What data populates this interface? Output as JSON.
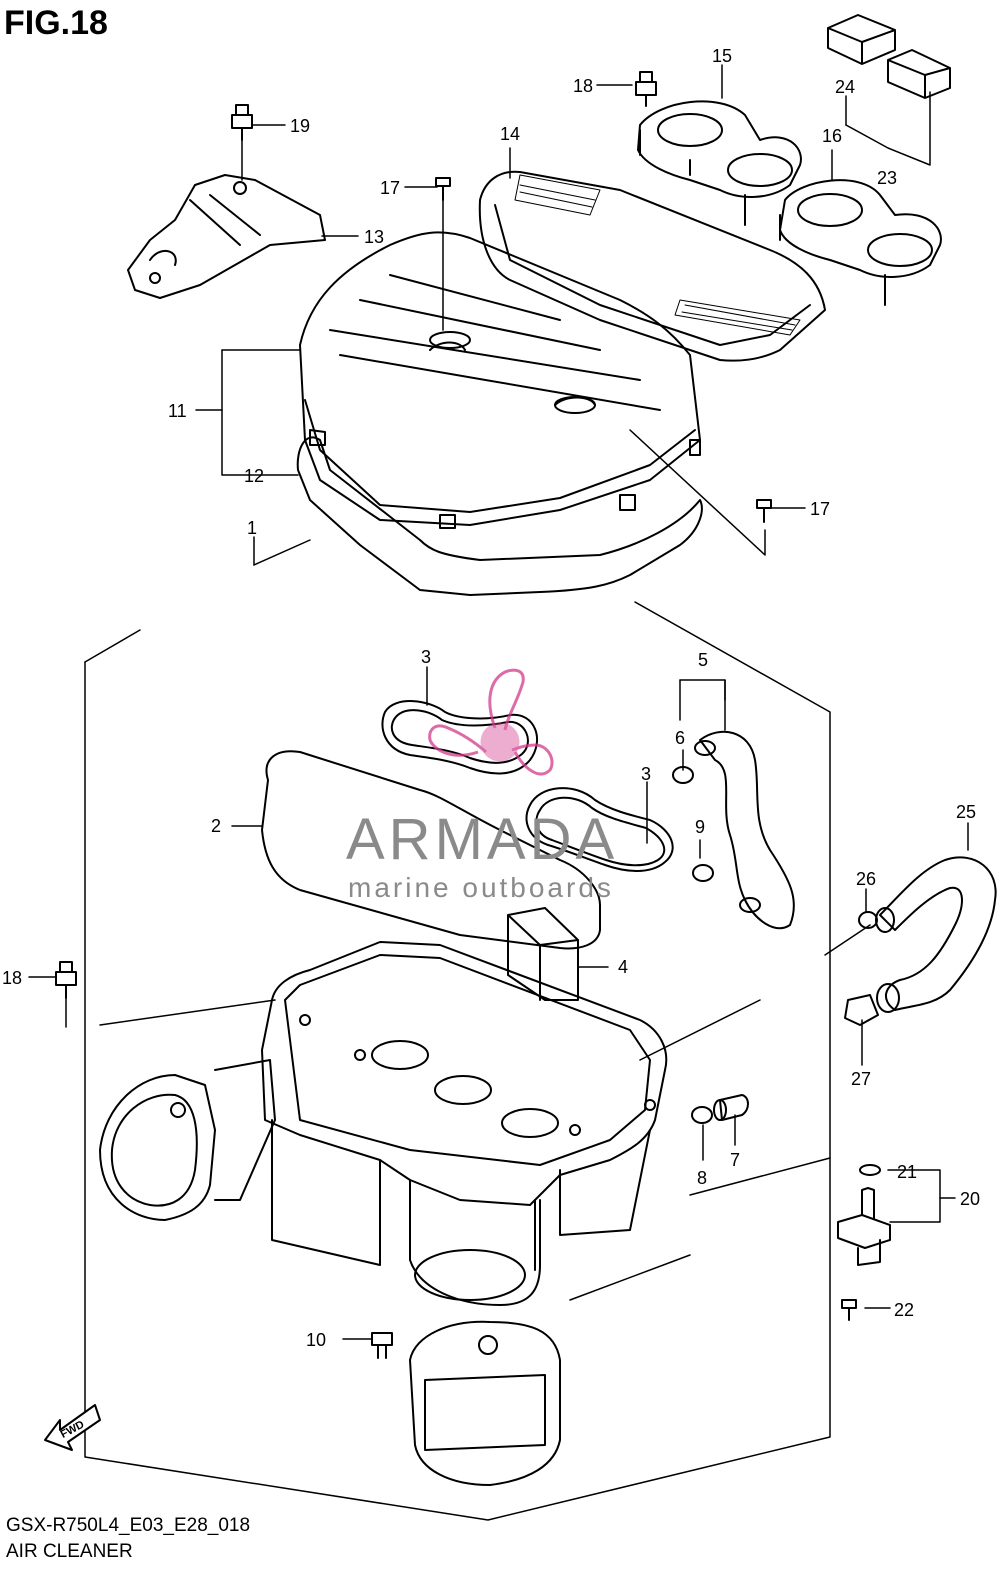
{
  "figure": {
    "title": "FIG.18",
    "code": "GSX-R750L4_E03_E28_018",
    "name": "AIR CLEANER"
  },
  "callouts": [
    {
      "id": "c1",
      "label": "1"
    },
    {
      "id": "c2",
      "label": "2"
    },
    {
      "id": "c3a",
      "label": "3"
    },
    {
      "id": "c3b",
      "label": "3"
    },
    {
      "id": "c4",
      "label": "4"
    },
    {
      "id": "c5",
      "label": "5"
    },
    {
      "id": "c6",
      "label": "6"
    },
    {
      "id": "c7",
      "label": "7"
    },
    {
      "id": "c8",
      "label": "8"
    },
    {
      "id": "c9",
      "label": "9"
    },
    {
      "id": "c10",
      "label": "10"
    },
    {
      "id": "c11",
      "label": "11"
    },
    {
      "id": "c12",
      "label": "12"
    },
    {
      "id": "c13",
      "label": "13"
    },
    {
      "id": "c14",
      "label": "14"
    },
    {
      "id": "c15",
      "label": "15"
    },
    {
      "id": "c16",
      "label": "16"
    },
    {
      "id": "c17a",
      "label": "17"
    },
    {
      "id": "c17b",
      "label": "17"
    },
    {
      "id": "c18a",
      "label": "18"
    },
    {
      "id": "c18b",
      "label": "18"
    },
    {
      "id": "c19",
      "label": "19"
    },
    {
      "id": "c20",
      "label": "20"
    },
    {
      "id": "c21",
      "label": "21"
    },
    {
      "id": "c22",
      "label": "22"
    },
    {
      "id": "c23",
      "label": "23"
    },
    {
      "id": "c24",
      "label": "24"
    },
    {
      "id": "c25",
      "label": "25"
    },
    {
      "id": "c26",
      "label": "26"
    },
    {
      "id": "c27",
      "label": "27"
    }
  ],
  "fwd_label": "FWD",
  "watermark": {
    "name": "ARMADA",
    "tagline": "marine outboards",
    "color": "#d23a8c"
  }
}
